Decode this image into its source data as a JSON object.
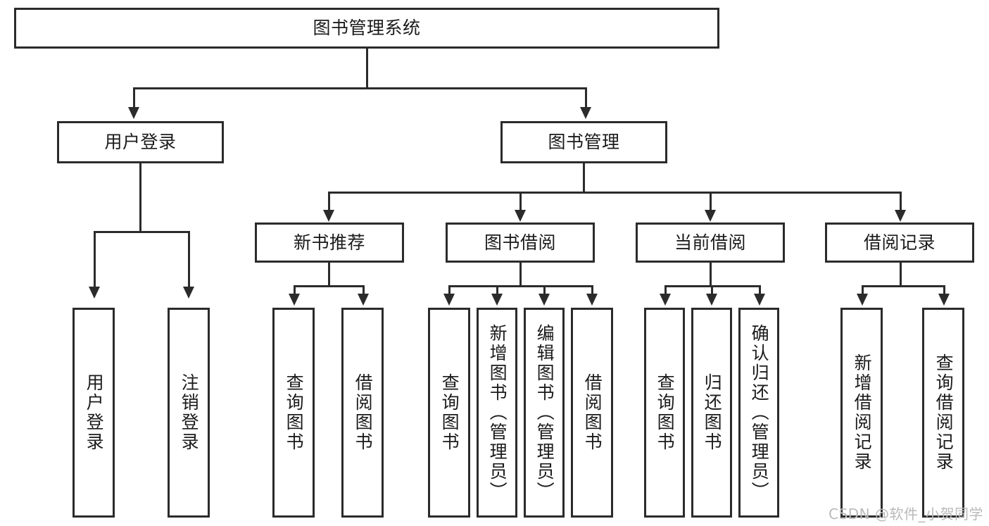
{
  "diagram": {
    "type": "tree-hierarchy",
    "title": "图书管理系统",
    "watermark": "CSDN @软件_小贺同学",
    "colors": {
      "stroke": "#2b2b2b",
      "fill": "#ffffff",
      "text": "#1b1b1b",
      "watermark": "#b9b9b9"
    },
    "levels": {
      "root": {
        "label": "图书管理系统"
      },
      "level1": [
        {
          "label": "用户登录"
        },
        {
          "label": "图书管理"
        }
      ],
      "level2": [
        {
          "label": "新书推荐"
        },
        {
          "label": "图书借阅"
        },
        {
          "label": "当前借阅"
        },
        {
          "label": "借阅记录"
        }
      ],
      "leaves": {
        "user_login": [
          {
            "label": "用户登录"
          },
          {
            "label": "注销登录"
          }
        ],
        "new_book_rec": [
          {
            "label": "查询图书"
          },
          {
            "label": "借阅图书"
          }
        ],
        "book_borrow": [
          {
            "label": "查询图书"
          },
          {
            "label": "新增图书（管理员）"
          },
          {
            "label": "编辑图书（管理员）"
          },
          {
            "label": "借阅图书"
          }
        ],
        "current_borrow": [
          {
            "label": "查询图书"
          },
          {
            "label": "归还图书"
          },
          {
            "label": "确认归还（管理员）"
          }
        ],
        "borrow_record": [
          {
            "label": "新增借阅记录"
          },
          {
            "label": "查询借阅记录"
          }
        ]
      }
    }
  }
}
